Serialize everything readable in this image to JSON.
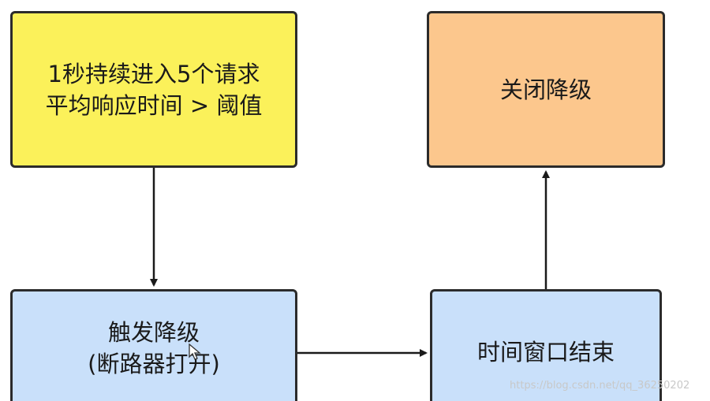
{
  "nodes": {
    "condition": {
      "line1": "1秒持续进入5个请求",
      "line2": "平均响应时间 > 阈值"
    },
    "trigger": {
      "line1": "触发降级",
      "line2": "(断路器打开)"
    },
    "window": {
      "line1": "时间窗口结束"
    },
    "close": {
      "line1": "关闭降级"
    }
  },
  "edges": [
    {
      "from": "condition",
      "to": "trigger"
    },
    {
      "from": "trigger",
      "to": "window"
    },
    {
      "from": "window",
      "to": "close"
    }
  ],
  "watermark": "https://blog.csdn.net/qq_36250202",
  "colors": {
    "condition_fill": "#fbf15a",
    "close_fill": "#fcc78d",
    "process_fill": "#c9e0fa",
    "stroke": "#2b2b2b"
  }
}
